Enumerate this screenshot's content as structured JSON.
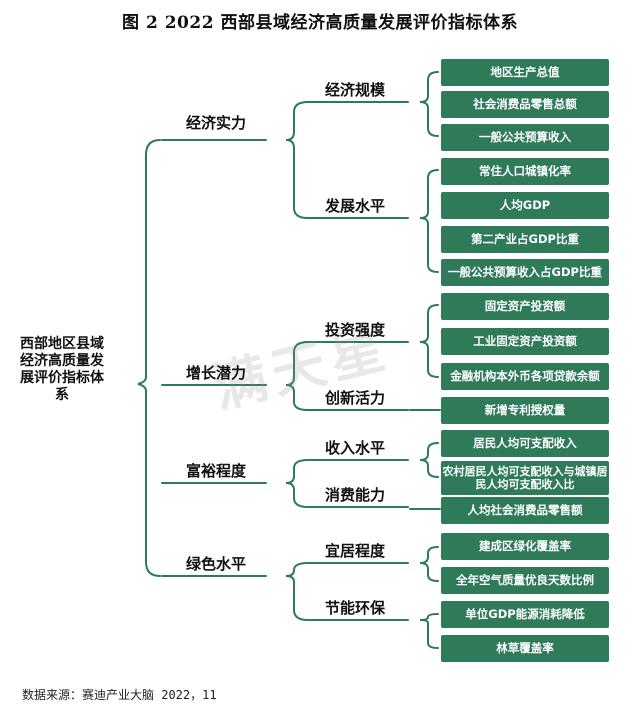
{
  "title": "图 2   2022 西部县域经济高质量发展评价指标体系",
  "root": "西部地区县域经济高质量发展评价指标体系",
  "dimensions": [
    {
      "label": "经济实力",
      "groups": [
        {
          "label": "经济规模",
          "items": [
            "地区生产总值",
            "社会消费品零售总额",
            "一般公共预算收入"
          ]
        },
        {
          "label": "发展水平",
          "items": [
            "常住人口城镇化率",
            "人均GDP",
            "第二产业占GDP比重",
            "一般公共预算收入占GDP比重"
          ]
        }
      ]
    },
    {
      "label": "增长潜力",
      "groups": [
        {
          "label": "投资强度",
          "items": [
            "固定资产投资额",
            "工业固定资产投资额",
            "金融机构本外币各项贷款余额"
          ]
        },
        {
          "label": "创新活力",
          "items": [
            "新增专利授权量"
          ]
        }
      ]
    },
    {
      "label": "富裕程度",
      "groups": [
        {
          "label": "收入水平",
          "items": [
            "居民人均可支配收入",
            "农村居民人均可支配收入与城镇居民人均可支配收入比"
          ]
        },
        {
          "label": "消费能力",
          "items": [
            "人均社会消费品零售额"
          ]
        }
      ]
    },
    {
      "label": "绿色水平",
      "groups": [
        {
          "label": "宜居程度",
          "items": [
            "建成区绿化覆盖率",
            "全年空气质量优良天数比例"
          ]
        },
        {
          "label": "节能环保",
          "items": [
            "单位GDP能源消耗降低",
            "林草覆盖率"
          ]
        }
      ]
    }
  ],
  "watermark": "满天星",
  "source": "数据来源：赛迪产业大脑  2022，11",
  "colors": {
    "leaf_fill": "#2e7a59",
    "brace": "#2e7a59"
  }
}
